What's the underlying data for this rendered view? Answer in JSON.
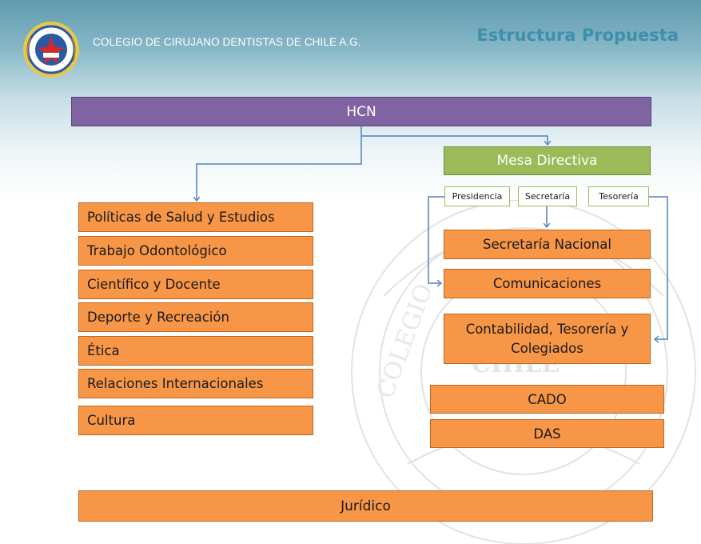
{
  "header": {
    "organization": "COLEGIO DE CIRUJANO DENTISTAS DE CHILE A.G.",
    "title": "Estructura Propuesta"
  },
  "diagram": {
    "top": "HCN",
    "mesa_directiva": "Mesa Directiva",
    "officers": [
      "Presidencia",
      "Secretaría",
      "Tesorería"
    ],
    "left_units": [
      "Políticas de Salud y Estudios",
      "Trabajo Odontológico",
      "Científico y Docente",
      "Deporte y Recreación",
      "Ética",
      "Relaciones Internacionales",
      "Cultura"
    ],
    "right_units": [
      "Secretaría Nacional",
      "Comunicaciones",
      "Contabilidad, Tesorería y Colegiados"
    ],
    "other_units": [
      "CADO",
      "DAS"
    ],
    "bottom": "Jurídico"
  },
  "colors": {
    "hcn": "#8064a2",
    "mesa": "#9bbb59",
    "units": "#f79646",
    "connector": "#4f81bd",
    "title": "#3d8fab"
  }
}
